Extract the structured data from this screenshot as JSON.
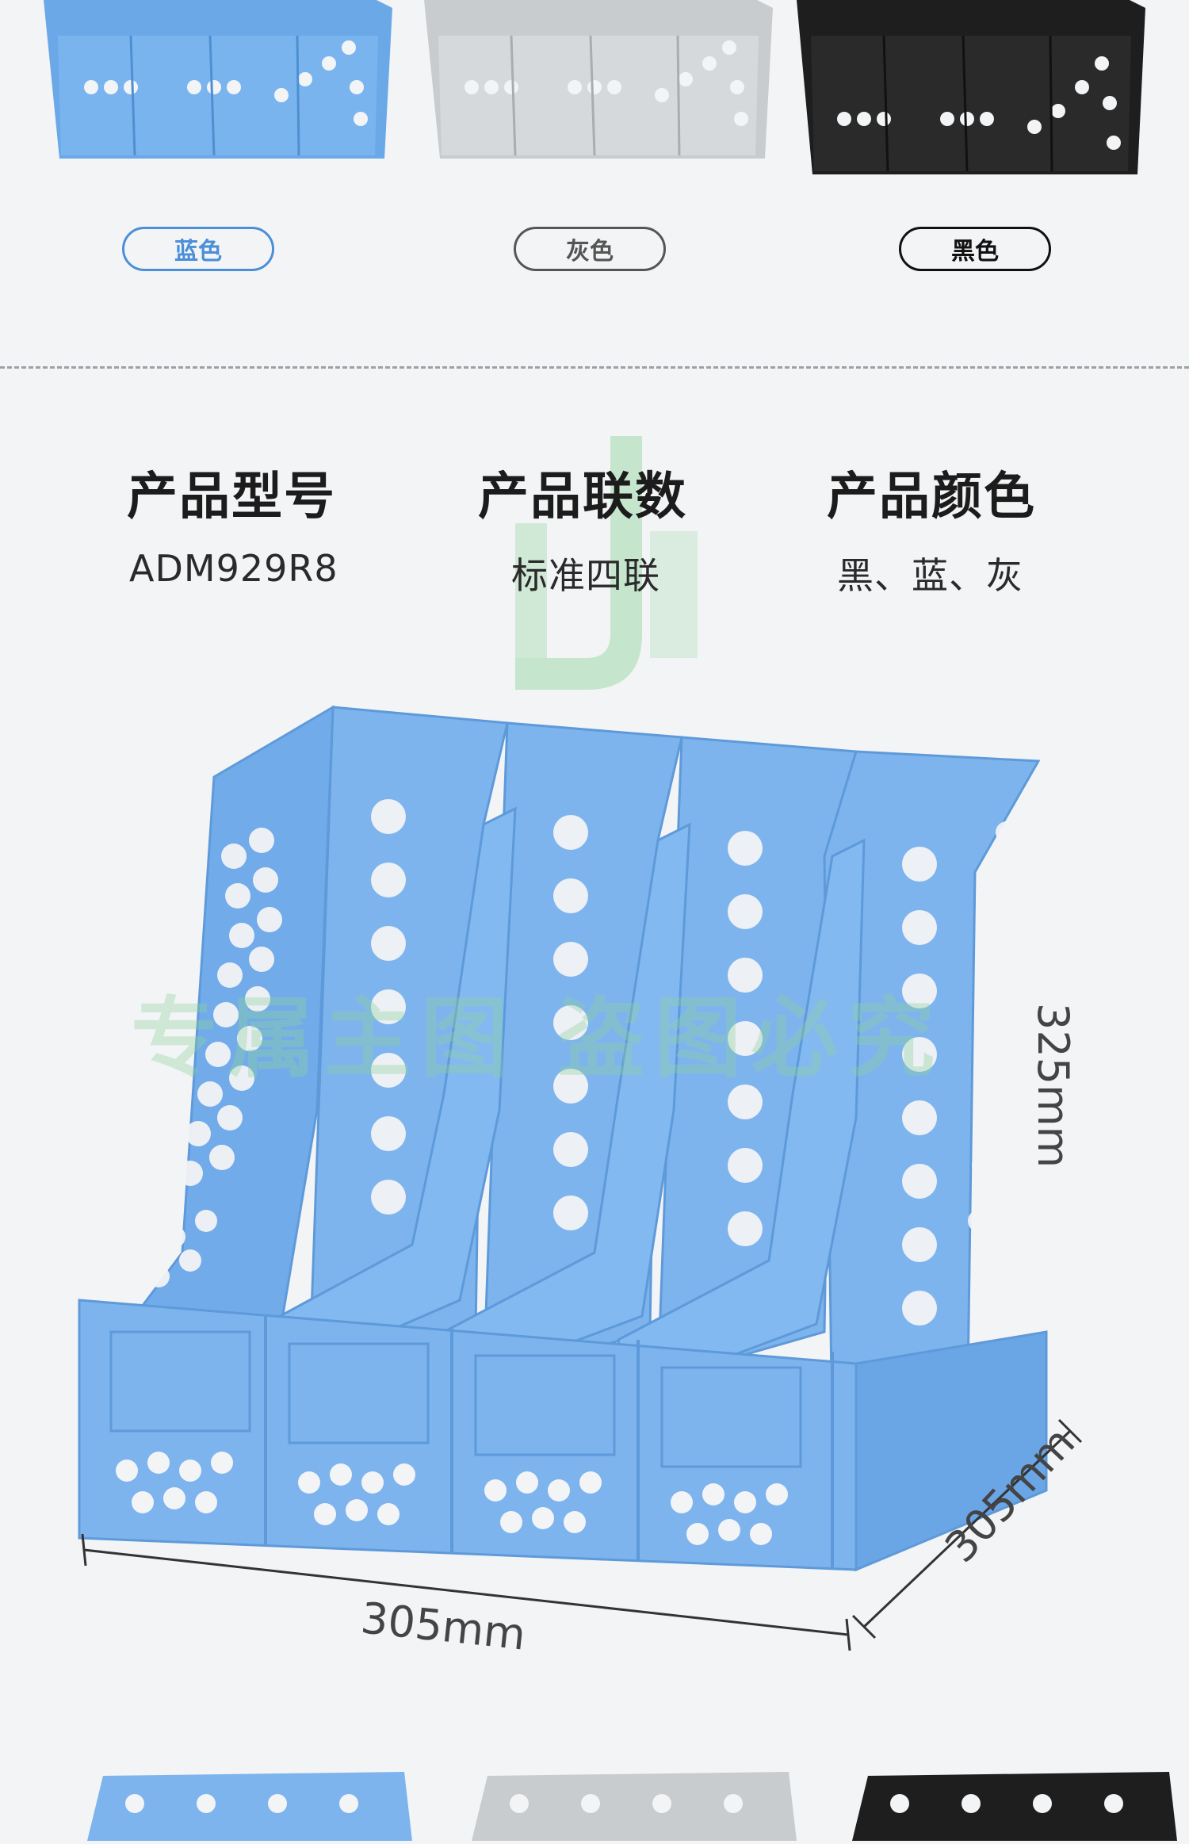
{
  "colors_section": {
    "options": [
      {
        "label": "蓝色",
        "color": "#6aa8e8",
        "text_color": "#4b8fd8"
      },
      {
        "label": "灰色",
        "color": "#cfd2d4",
        "text_color": "#555555"
      },
      {
        "label": "黑色",
        "color": "#222222",
        "text_color": "#111111"
      }
    ]
  },
  "specs": [
    {
      "title": "产品型号",
      "value": "ADM929R8"
    },
    {
      "title": "产品联数",
      "value": "标准四联"
    },
    {
      "title": "产品颜色",
      "value": "黑、蓝、灰"
    }
  ],
  "product": {
    "main_color": "#7db4ee",
    "dark_color": "#5e9ad9",
    "height_label": "325mm",
    "width_label": "305mm",
    "depth_label": "305mm"
  },
  "watermark": {
    "line1": "专属主图 盗图必究"
  }
}
